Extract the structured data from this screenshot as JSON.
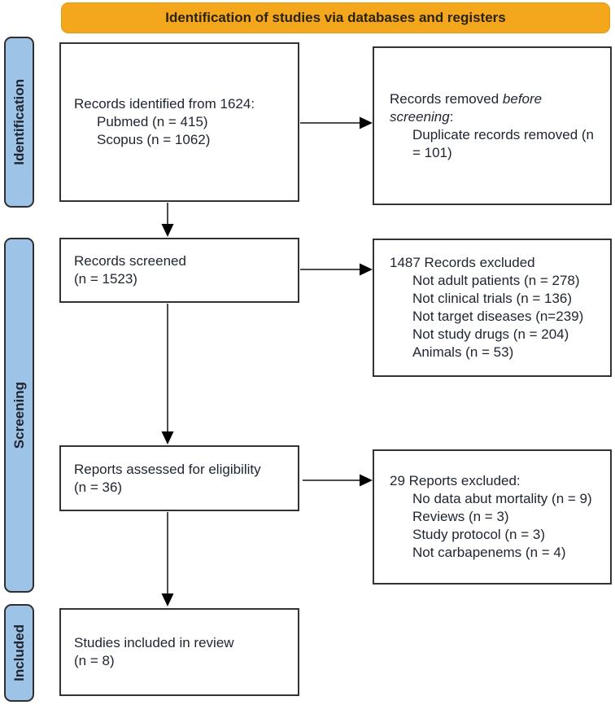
{
  "banner": {
    "label": "Identification of studies via databases and registers"
  },
  "stages": {
    "identification": "Identification",
    "screening": "Screening",
    "included": "Included"
  },
  "boxes": {
    "records_identified": {
      "title": "Records identified from 1624:",
      "items": [
        "Pubmed (n = 415)",
        "Scopus (n = 1062)"
      ]
    },
    "records_removed": {
      "line1_normal": "Records removed",
      "line1_italic": "before",
      "line2_italic": "screening",
      "line2_normal": ":",
      "items": [
        "Duplicate records removed (n = 101)"
      ]
    },
    "records_screened": {
      "line1": "Records screened",
      "line2": "(n = 1523)"
    },
    "records_excluded": {
      "title": "1487 Records excluded",
      "items": [
        "Not adult patients (n = 278)",
        "Not clinical trials (n = 136)",
        "Not target diseases (n=239)",
        "Not study drugs (n = 204)",
        "Animals (n = 53)"
      ]
    },
    "reports_assessed": {
      "line1": "Reports assessed for eligibility",
      "line2": "(n = 36)"
    },
    "reports_excluded": {
      "title": "29 Reports excluded:",
      "items": [
        "No data abut mortality (n = 9)",
        "Reviews (n = 3)",
        "Study protocol (n = 3)",
        "Not carbapenems (n = 4)"
      ]
    },
    "studies_included": {
      "line1": "Studies included in review",
      "line2": "(n = 8)"
    }
  },
  "colors": {
    "banner_bg": "#f4a71d",
    "stage_bg": "#9dc3e6",
    "box_border": "#333333",
    "arrow": "#000000",
    "text": "#1e2430"
  }
}
